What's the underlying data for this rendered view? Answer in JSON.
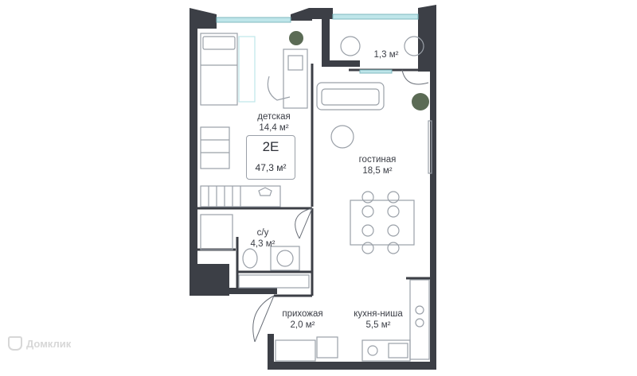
{
  "apartment": {
    "type": "2Е",
    "total_area": "47,3 м²"
  },
  "rooms": [
    {
      "id": "child",
      "name": "детская",
      "area": "14,4 м²"
    },
    {
      "id": "living",
      "name": "гостиная",
      "area": "18,5 м²"
    },
    {
      "id": "balcony",
      "name": "",
      "area": "1,3 м²"
    },
    {
      "id": "bath",
      "name": "с/у",
      "area": "4,3 м²"
    },
    {
      "id": "hall",
      "name": "прихожая",
      "area": "2,0 м²"
    },
    {
      "id": "kitchen",
      "name": "кухня-ниша",
      "area": "5,5 м²"
    }
  ],
  "watermark": "Домклик",
  "colors": {
    "wall": "#3c3f46",
    "furniture": "#9aa0a8",
    "glass": "#bfe6ea",
    "plant": "#5b6b55"
  }
}
